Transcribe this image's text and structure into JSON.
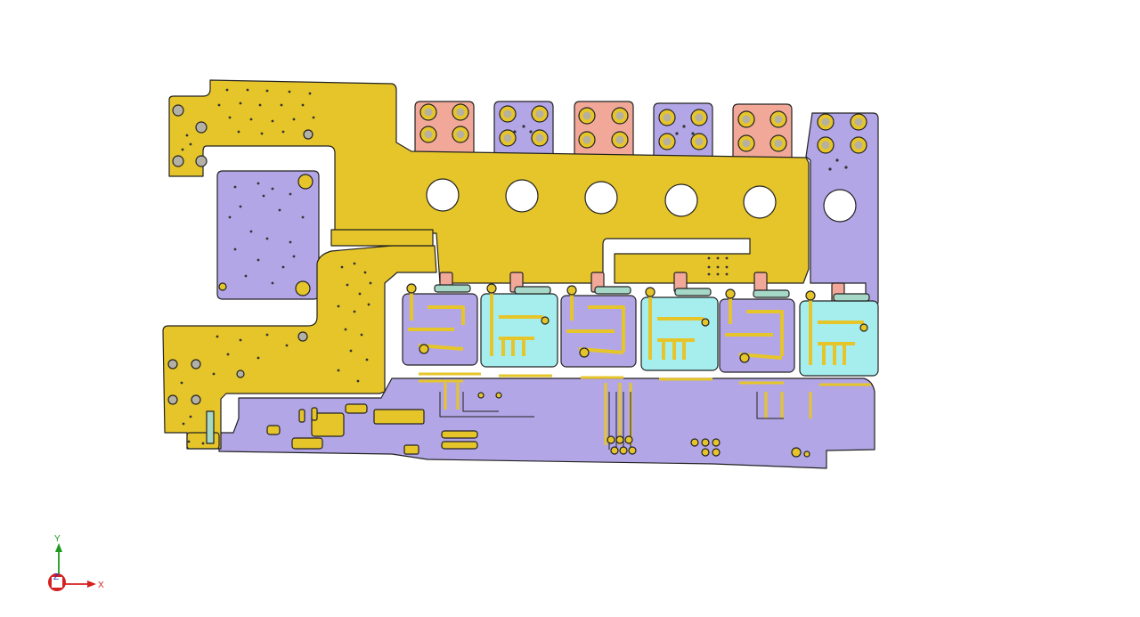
{
  "view": {
    "background": "#ffffff"
  },
  "board": {
    "colors": {
      "copper": "#e6c52a",
      "substrate": "#b3a6e6",
      "pad_salmon": "#f2a898",
      "pad_cyan": "#a6eeee",
      "outline": "#222222",
      "drill": "#ffffff"
    },
    "terminal_count": 6,
    "module_count": 6
  },
  "triad": {
    "x_label": "X",
    "y_label": "Y",
    "z_label": "Z",
    "x_color": "#d62020",
    "y_color": "#1f9a1f",
    "z_color": "#2233cc",
    "icon": "coordinate-triad-icon"
  }
}
